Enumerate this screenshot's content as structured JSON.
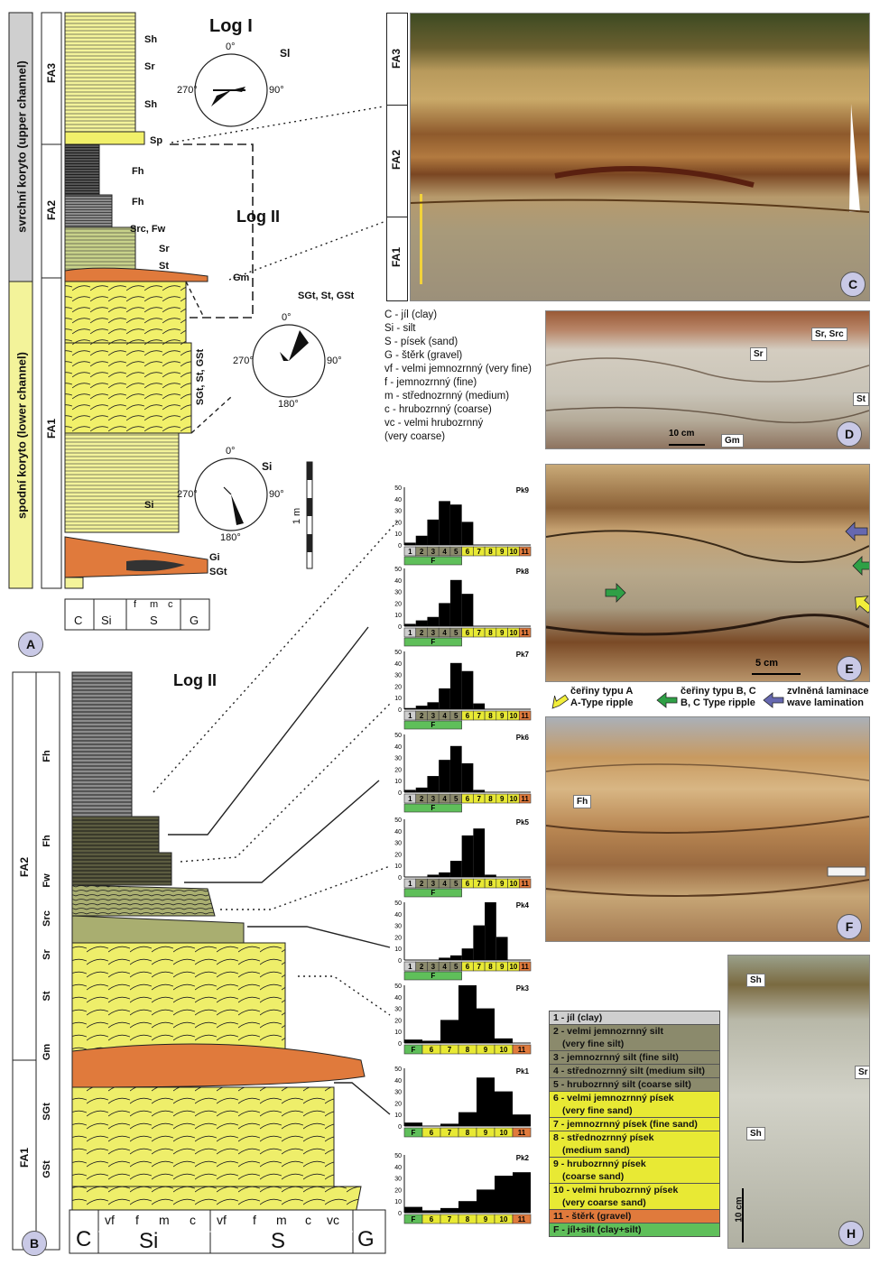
{
  "panelA": {
    "letter": "A",
    "title": "Log I",
    "upper_channel": "svrchní koryto (upper channel)",
    "lower_channel": "spodní koryto (lower channel)",
    "fa_labels": [
      "FA3",
      "FA2",
      "FA1"
    ],
    "facies": [
      "Sh",
      "Sr",
      "Sh",
      "Sp",
      "Fh",
      "Fh",
      "Src, Fw",
      "Sr",
      "St",
      "Gm",
      "SGt, St, GSt",
      "Si",
      "Gi",
      "SGt"
    ],
    "logII": "Log II",
    "grain_axis": [
      "C",
      "Si",
      "f",
      "m",
      "c",
      "S",
      "G"
    ],
    "scale": "1 m",
    "rose1": {
      "top": "0°",
      "left": "270°",
      "right": "90°",
      "label": "Sl"
    },
    "rose2": {
      "top": "0°",
      "left": "270°",
      "right": "90°",
      "bottom": "180°",
      "label": "SGt, St, GSt"
    },
    "rose3": {
      "top": "0°",
      "left": "270°",
      "right": "90°",
      "bottom": "180°",
      "label": "Si"
    }
  },
  "panelB": {
    "letter": "B",
    "title": "Log II",
    "fa_labels": [
      "FA2",
      "FA1"
    ],
    "facies": [
      "Fh",
      "Fh",
      "Fw",
      "Src",
      "Sr",
      "St",
      "Gm",
      "SGt",
      "GSt"
    ],
    "grain_axis": [
      "C",
      "vf",
      "f",
      "m",
      "c",
      "Si",
      "vf",
      "f",
      "m",
      "c",
      "vc",
      "S",
      "G"
    ]
  },
  "legend": {
    "lines": [
      "C - jíl (clay)",
      "Si - silt",
      "S - písek (sand)",
      "G - štěrk (gravel)",
      "vf - velmi jemnozrnný (very fine)",
      "f - jemnozrnný (fine)",
      "m - střednozrnný (medium)",
      "c - hrubozrnný (coarse)",
      "vc - velmi hrubozrnný",
      "(very coarse)"
    ]
  },
  "photos": {
    "C": {
      "letter": "C",
      "fa": [
        "FA3",
        "FA2",
        "FA1"
      ]
    },
    "D": {
      "letter": "D",
      "labels": [
        "Sr, Src",
        "Sr",
        "St",
        "Gm"
      ],
      "scale": "10 cm"
    },
    "E": {
      "letter": "E",
      "scale": "5 cm"
    },
    "F": {
      "letter": "F",
      "labels": [
        "Fh"
      ]
    },
    "H": {
      "letter": "H",
      "labels": [
        "Sh",
        "Sr",
        "Sh"
      ],
      "scale": "10 cm"
    }
  },
  "arrows": {
    "a": {
      "cz": "čeřiny typu A",
      "en": "A-Type ripple",
      "color": "#f2ee3a"
    },
    "bc": {
      "cz": "čeřiny typu B, C",
      "en": "B, C Type ripple",
      "color": "#2fa046"
    },
    "wave": {
      "cz": "zvlněná laminace",
      "en": "wave lamination",
      "color": "#6668b0"
    }
  },
  "histograms": {
    "yticks": [
      "50",
      "40",
      "30",
      "20",
      "10",
      "0"
    ],
    "ramp_silt": [
      "1",
      "2",
      "3",
      "4",
      "5",
      "6",
      "7",
      "8",
      "9",
      "10",
      "11"
    ],
    "ramp_sand": [
      "F",
      "6",
      "7",
      "8",
      "9",
      "10",
      "11"
    ],
    "fine_label": "F"
  },
  "chart_data": [
    {
      "type": "bar",
      "name": "Pk9",
      "categories": [
        "1",
        "2",
        "3",
        "4",
        "5",
        "6",
        "7",
        "8",
        "9",
        "10",
        "11"
      ],
      "values": [
        2,
        8,
        22,
        38,
        35,
        20,
        0,
        0,
        0,
        0,
        0
      ],
      "ylim": [
        0,
        50
      ]
    },
    {
      "type": "bar",
      "name": "Pk8",
      "categories": [
        "1",
        "2",
        "3",
        "4",
        "5",
        "6",
        "7",
        "8",
        "9",
        "10",
        "11"
      ],
      "values": [
        2,
        5,
        8,
        20,
        40,
        28,
        0,
        0,
        0,
        0,
        0
      ],
      "ylim": [
        0,
        50
      ]
    },
    {
      "type": "bar",
      "name": "Pk7",
      "categories": [
        "1",
        "2",
        "3",
        "4",
        "5",
        "6",
        "7",
        "8",
        "9",
        "10",
        "11"
      ],
      "values": [
        1,
        3,
        6,
        18,
        40,
        33,
        5,
        0,
        0,
        0,
        0
      ],
      "ylim": [
        0,
        50
      ]
    },
    {
      "type": "bar",
      "name": "Pk6",
      "categories": [
        "1",
        "2",
        "3",
        "4",
        "5",
        "6",
        "7",
        "8",
        "9",
        "10",
        "11"
      ],
      "values": [
        2,
        4,
        14,
        28,
        40,
        25,
        2,
        0,
        0,
        0,
        0
      ],
      "ylim": [
        0,
        50
      ]
    },
    {
      "type": "bar",
      "name": "Pk5",
      "categories": [
        "1",
        "2",
        "3",
        "4",
        "5",
        "6",
        "7",
        "8",
        "9",
        "10",
        "11"
      ],
      "values": [
        0,
        0,
        2,
        4,
        14,
        36,
        42,
        2,
        0,
        0,
        0
      ],
      "ylim": [
        0,
        50
      ]
    },
    {
      "type": "bar",
      "name": "Pk4",
      "categories": [
        "1",
        "2",
        "3",
        "4",
        "5",
        "6",
        "7",
        "8",
        "9",
        "10",
        "11"
      ],
      "values": [
        0,
        0,
        0,
        2,
        4,
        10,
        30,
        50,
        20,
        0,
        0
      ],
      "ylim": [
        0,
        50
      ]
    },
    {
      "type": "bar",
      "name": "Pk3",
      "categories": [
        "F",
        "6",
        "7",
        "8",
        "9",
        "10",
        "11"
      ],
      "values": [
        3,
        2,
        20,
        50,
        30,
        4,
        0
      ],
      "ylim": [
        0,
        50
      ]
    },
    {
      "type": "bar",
      "name": "Pk1",
      "categories": [
        "F",
        "6",
        "7",
        "8",
        "9",
        "10",
        "11"
      ],
      "values": [
        3,
        0,
        2,
        12,
        42,
        30,
        10
      ],
      "ylim": [
        0,
        50
      ]
    },
    {
      "type": "bar",
      "name": "Pk2",
      "categories": [
        "F",
        "6",
        "7",
        "8",
        "9",
        "10",
        "11"
      ],
      "values": [
        5,
        2,
        4,
        10,
        20,
        32,
        35
      ],
      "ylim": [
        0,
        50
      ]
    }
  ],
  "grainkey": {
    "rows": [
      {
        "text": "1 - jíl (clay)",
        "color": "#cfcfcf"
      },
      {
        "text": "2 - velmi jemnozrnný silt",
        "color": "#8b8a6c"
      },
      {
        "text": "(very fine silt)",
        "color": "#8b8a6c"
      },
      {
        "text": "3 - jemnozrnný silt (fine silt)",
        "color": "#8b8a6c"
      },
      {
        "text": "4 - střednozrnný silt (medium silt)",
        "color": "#8b8a6c"
      },
      {
        "text": "5 - hrubozrnný silt (coarse silt)",
        "color": "#8b8a6c"
      },
      {
        "text": "6 - velmi jemnozrnný písek",
        "color": "#e8e934"
      },
      {
        "text": "(very fine sand)",
        "color": "#e8e934"
      },
      {
        "text": "7 - jemnozrnný písek (fine sand)",
        "color": "#e8e934"
      },
      {
        "text": "8 - střednozrnný písek",
        "color": "#e8e934"
      },
      {
        "text": "(medium sand)",
        "color": "#e8e934"
      },
      {
        "text": "9 - hrubozrnný písek",
        "color": "#e8e934"
      },
      {
        "text": "(coarse sand)",
        "color": "#e8e934"
      },
      {
        "text": "10 - velmi hrubozrnný písek",
        "color": "#e8e934"
      },
      {
        "text": "(very coarse sand)",
        "color": "#e8e934"
      },
      {
        "text": "11 - štěrk (gravel)",
        "color": "#e07a3c"
      },
      {
        "text": "F - jíl+silt (clay+silt)",
        "color": "#5fbf5a"
      }
    ]
  }
}
